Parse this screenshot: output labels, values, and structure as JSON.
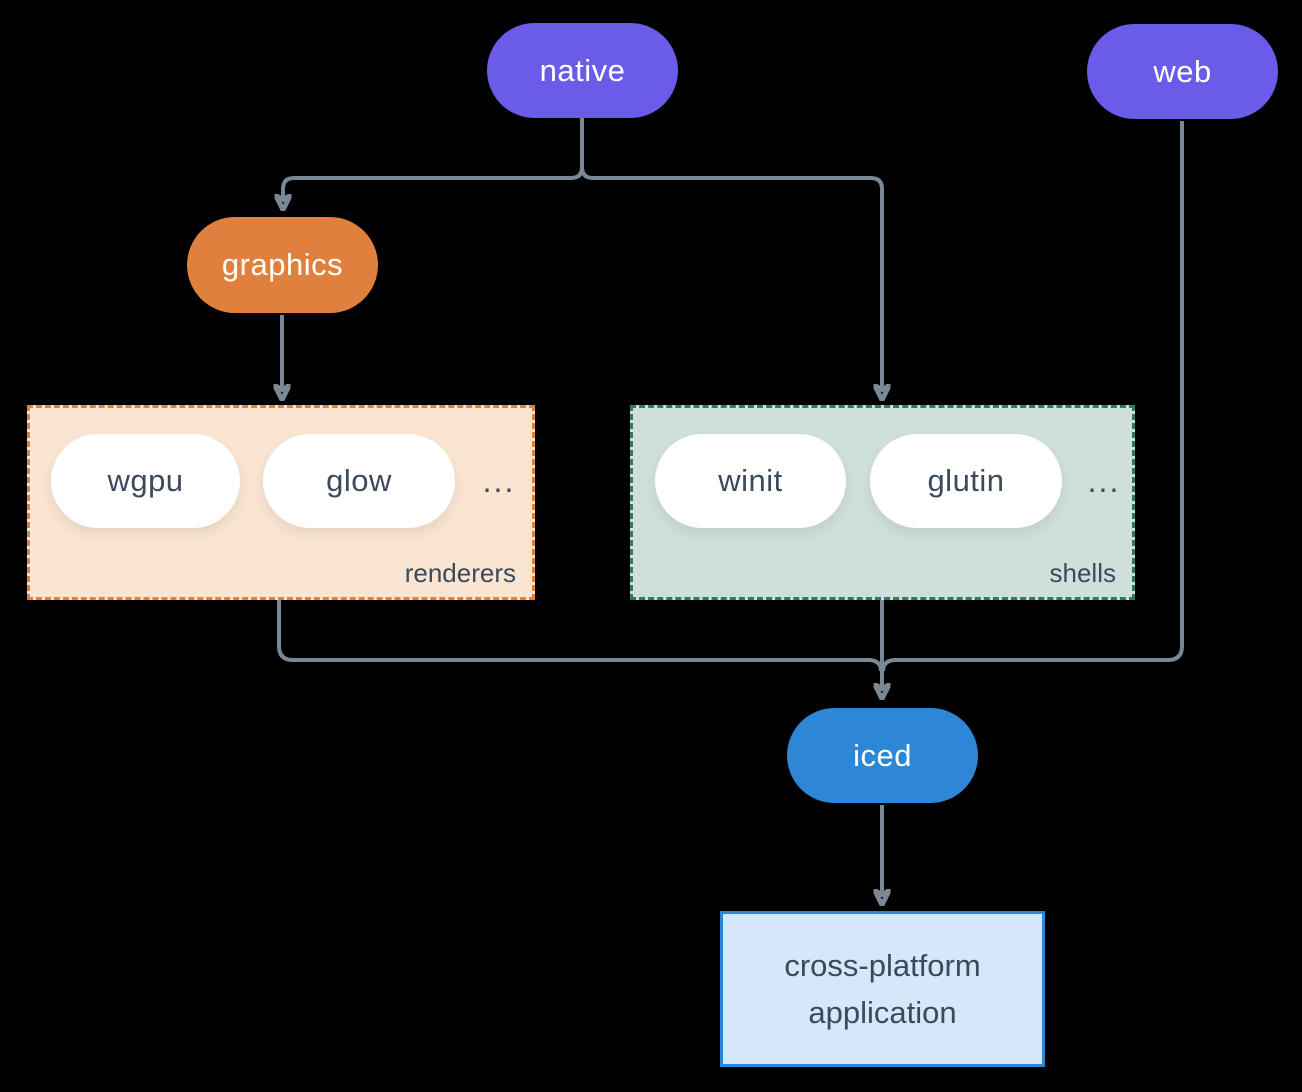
{
  "diagram": {
    "background": "#000000",
    "connector_color": "#7A8795",
    "nodes": {
      "native": {
        "label": "native",
        "fill": "#6A5CE8",
        "text_color": "#FFFFFF"
      },
      "web": {
        "label": "web",
        "fill": "#6A5CE8",
        "text_color": "#FFFFFF"
      },
      "graphics": {
        "label": "graphics",
        "fill": "#DF813C",
        "text_color": "#FFFFFF"
      },
      "iced": {
        "label": "iced",
        "fill": "#2E87D6",
        "text_color": "#FFFFFF"
      },
      "application": {
        "label": "cross-platform application",
        "fill": "#D5E7F8",
        "border": "#2E86D6",
        "text_color": "#3B4A5C"
      }
    },
    "groups": {
      "renderers": {
        "label": "renderers",
        "fill": "#FAE5D3",
        "border": "#E0813C",
        "items": [
          "wgpu",
          "glow"
        ],
        "ellipsis": "...",
        "item_text_color": "#3B4A5C"
      },
      "shells": {
        "label": "shells",
        "fill": "#CFE0DA",
        "border": "#2B7A6B",
        "items": [
          "winit",
          "glutin"
        ],
        "ellipsis": "...",
        "item_text_color": "#3B4A5C"
      }
    }
  }
}
